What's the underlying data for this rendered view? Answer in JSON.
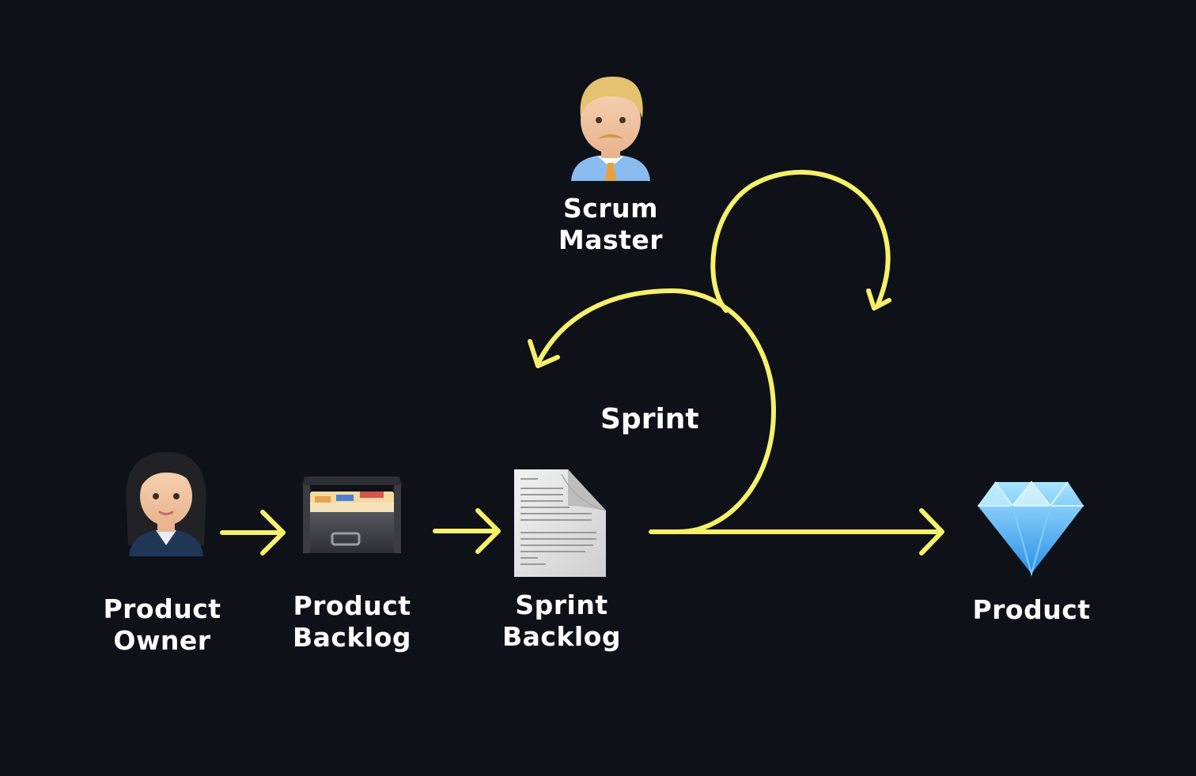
{
  "colors": {
    "background": "#0e1117",
    "arrow": "#f7f06a",
    "text": "#ffffff"
  },
  "nodes": {
    "scrum_master": {
      "icon": "man-office-worker-icon",
      "line1": "Scrum",
      "line2": "Master"
    },
    "product_owner": {
      "icon": "woman-office-worker-icon",
      "line1": "Product",
      "line2": "Owner"
    },
    "product_backlog": {
      "icon": "card-file-box-icon",
      "line1": "Product",
      "line2": "Backlog"
    },
    "sprint_backlog": {
      "icon": "document-page-icon",
      "line1": "Sprint",
      "line2": "Backlog"
    },
    "product": {
      "icon": "gem-stone-icon",
      "line1": "Product"
    }
  },
  "sprint": {
    "label": "Sprint"
  }
}
